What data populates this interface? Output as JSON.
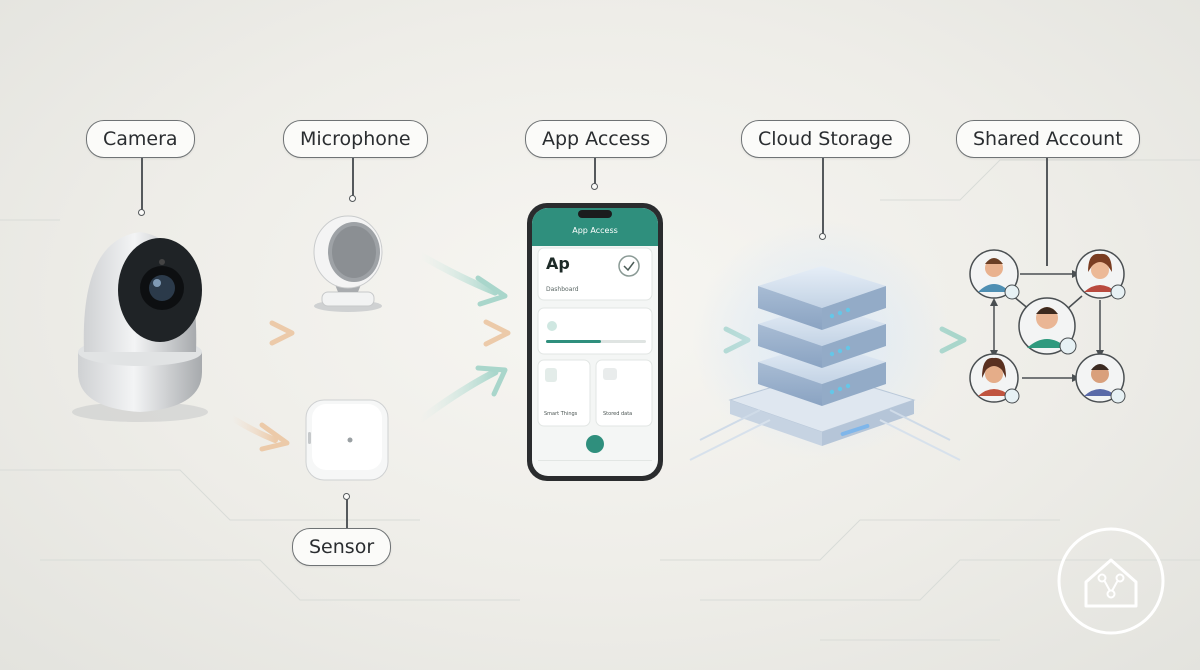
{
  "nodes": {
    "camera": {
      "label": "Camera"
    },
    "microphone": {
      "label": "Microphone"
    },
    "app_access": {
      "label": "App Access"
    },
    "cloud_storage": {
      "label": "Cloud Storage"
    },
    "shared_account": {
      "label": "Shared Account"
    },
    "sensor": {
      "label": "Sensor"
    }
  },
  "phone_screen": {
    "header": "App Access",
    "card_title": "Ap",
    "card_sub": "Dashboard",
    "tile_left": "Smart Things",
    "tile_right": "Stored data"
  },
  "colors": {
    "accent_teal": "#2f8f7d",
    "server_blue": "#9db4cf",
    "label_border": "#6f7375"
  },
  "icons": {
    "logo": "home-network-icon"
  }
}
